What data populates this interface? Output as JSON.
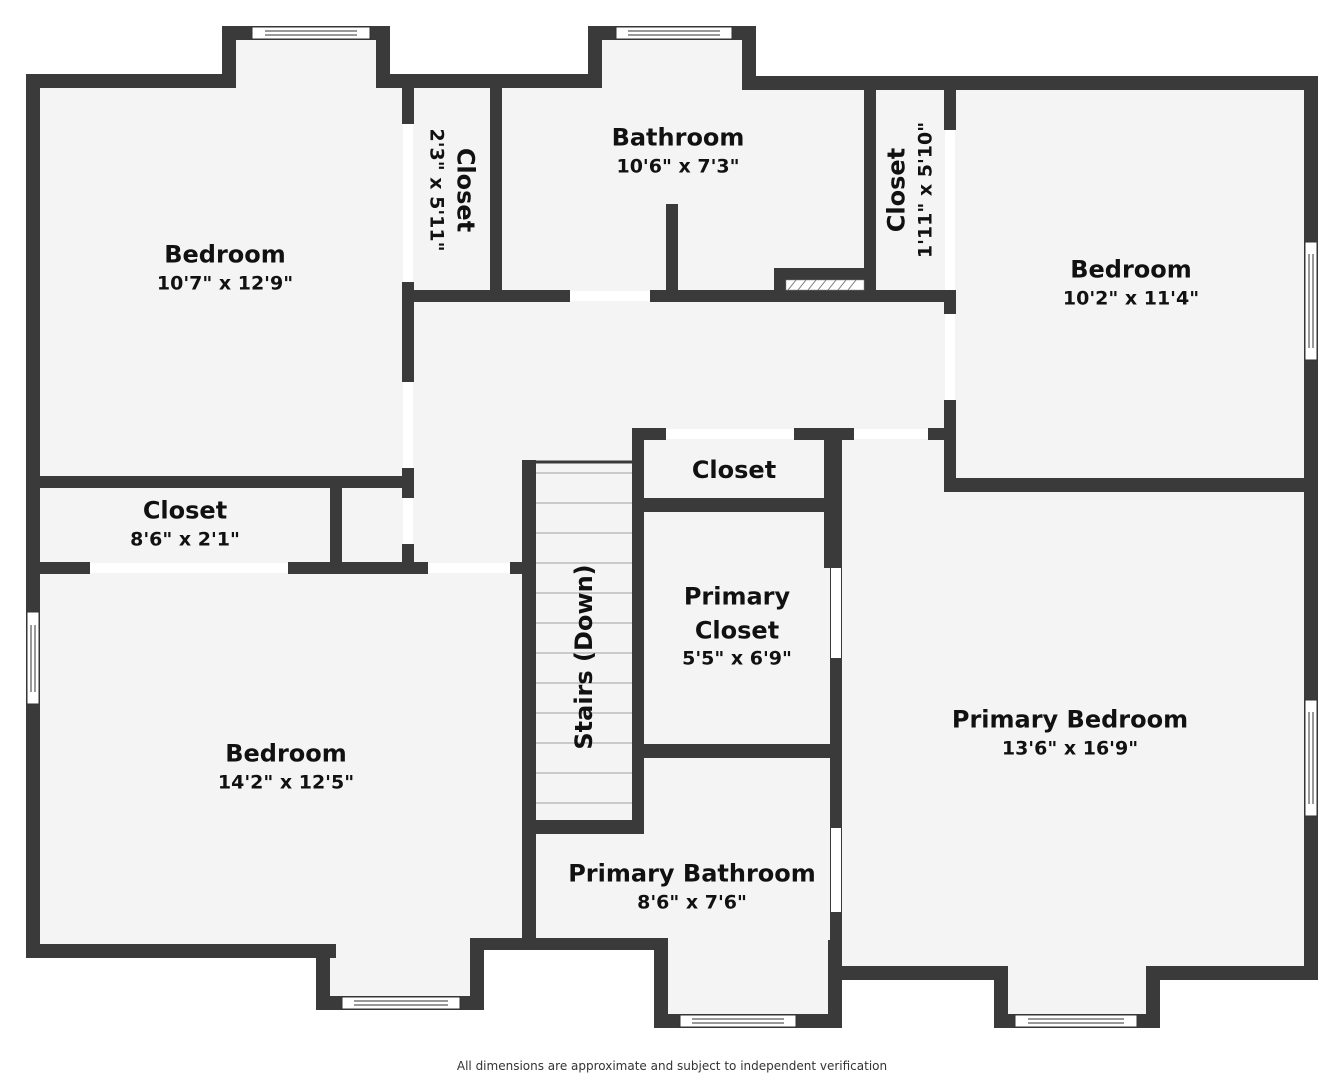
{
  "plan": {
    "wall_color": "#3a3a3a",
    "floor_color": "#f4f4f4",
    "background": "#ffffff"
  },
  "rooms": {
    "bedroom_nw": {
      "name": "Bedroom",
      "dim": "10'7\" x 12'9\""
    },
    "closet_n1": {
      "name": "Closet",
      "dim": "2'3\" x 5'11\""
    },
    "bathroom": {
      "name": "Bathroom",
      "dim": "10'6\" x 7'3\""
    },
    "closet_n2": {
      "name": "Closet",
      "dim": "1'11\" x 5'10\""
    },
    "bedroom_ne": {
      "name": "Bedroom",
      "dim": "10'2\" x 11'4\""
    },
    "closet_w": {
      "name": "Closet",
      "dim": "8'6\" x 2'1\""
    },
    "closet_c": {
      "name": "Closet",
      "dim": ""
    },
    "primary_closet": {
      "name": "Primary Closet",
      "name_line1": "Primary",
      "name_line2": "Closet",
      "dim": "5'5\" x 6'9\""
    },
    "stairs": {
      "name": "Stairs (Down)"
    },
    "bedroom_sw": {
      "name": "Bedroom",
      "dim": "14'2\" x 12'5\""
    },
    "primary_bedroom": {
      "name": "Primary Bedroom",
      "dim": "13'6\" x 16'9\""
    },
    "primary_bathroom": {
      "name": "Primary Bathroom",
      "dim": "8'6\" x 7'6\""
    }
  },
  "footer": {
    "disclaimer": "All dimensions are approximate and subject to independent verification"
  }
}
